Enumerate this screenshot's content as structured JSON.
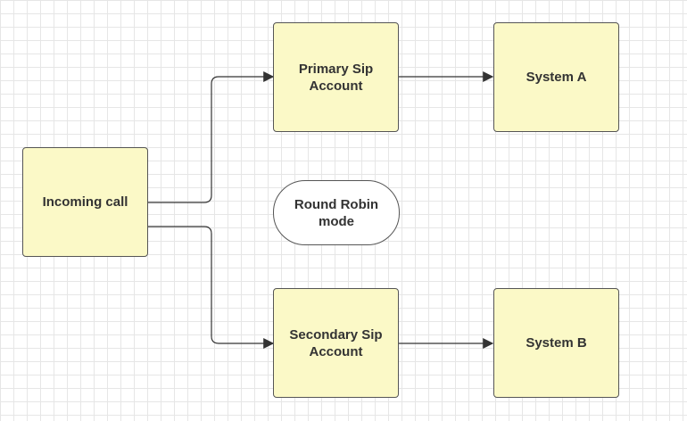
{
  "diagram": {
    "nodes": {
      "incoming": {
        "label": "Incoming call"
      },
      "primary": {
        "label": "Primary Sip\nAccount"
      },
      "secondary": {
        "label": "Secondary Sip\nAccount"
      },
      "system_a": {
        "label": "System A"
      },
      "system_b": {
        "label": "System B"
      },
      "round_robin": {
        "label": "Round Robin\nmode"
      }
    },
    "edges": [
      {
        "from": "Incoming call",
        "to": "Primary Sip Account"
      },
      {
        "from": "Incoming call",
        "to": "Secondary Sip Account"
      },
      {
        "from": "Primary Sip Account",
        "to": "System A"
      },
      {
        "from": "Secondary Sip Account",
        "to": "System B"
      }
    ]
  },
  "colors": {
    "node_fill": "#fbf9c7",
    "node_border": "#555555",
    "connector": "#333333",
    "grid": "#e6e6e6"
  }
}
